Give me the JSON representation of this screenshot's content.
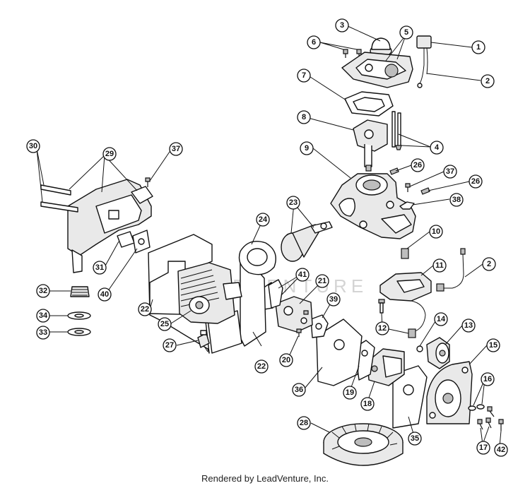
{
  "callouts": [
    "1",
    "2",
    "3",
    "4",
    "5",
    "6",
    "7",
    "8",
    "9",
    "10",
    "11",
    "12",
    "13",
    "14",
    "15",
    "16",
    "17",
    "19",
    "20",
    "21",
    "22",
    "23",
    "24",
    "25",
    "26",
    "27",
    "28",
    "29",
    "30",
    "31",
    "32",
    "33",
    "34",
    "35",
    "36",
    "37",
    "38",
    "39",
    "40",
    "41",
    "42",
    "18"
  ],
  "watermark": "LEADVENTURE",
  "footer": "Rendered by LeadVenture, Inc."
}
